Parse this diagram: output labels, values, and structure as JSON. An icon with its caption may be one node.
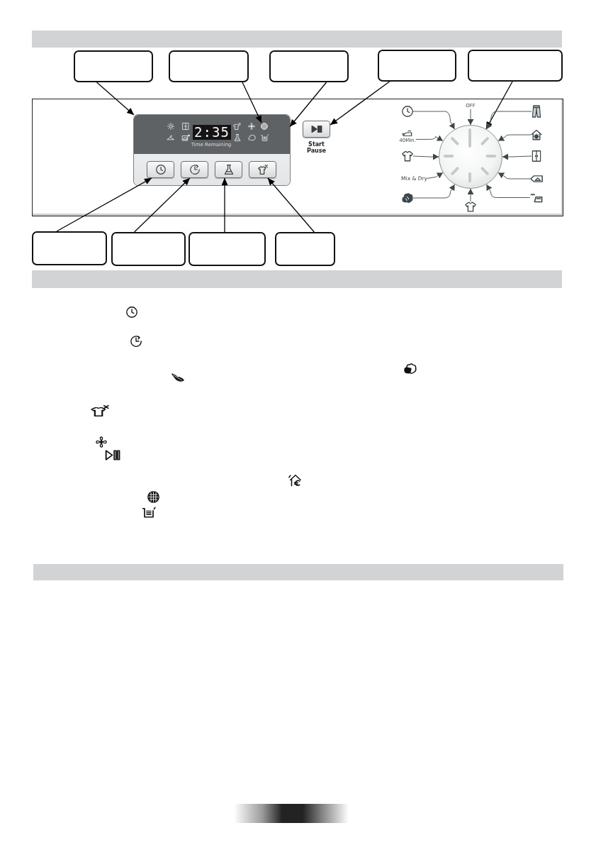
{
  "diagram": {
    "nodes": [
      {
        "text": [],
        "shape": "box"
      },
      {
        "text": [],
        "shape": "box"
      },
      {
        "text": [],
        "shape": "box"
      },
      {
        "text": [],
        "shape": "box"
      },
      {
        "text": [],
        "shape": "box"
      },
      {
        "text": [],
        "shape": "box"
      },
      {
        "text": [],
        "shape": "box"
      },
      {
        "text": [],
        "shape": "box"
      },
      {
        "text": [],
        "shape": "box"
      },
      {
        "text": [],
        "shape": "box"
      },
      {
        "text": [
          "2:35",
          "Time Remaining"
        ],
        "in": 9
      },
      {
        "text": [],
        "shape": "picture",
        "in": 10
      },
      {
        "text": [],
        "shape": "box",
        "in": 9
      },
      {
        "text": [],
        "shape": "box",
        "in": 9
      },
      {
        "text": [],
        "shape": "box",
        "in": 9
      },
      {
        "text": [],
        "shape": "box",
        "in": 9
      },
      {
        "text": [],
        "shape": "box",
        "beside": [
          "Start Pause"
        ]
      },
      {
        "text": [],
        "shape": "circle"
      },
      {
        "text": [
          "OFF"
        ]
      },
      {
        "text": [],
        "shape": "picture"
      },
      {
        "text": [],
        "shape": "picture"
      },
      {
        "text": [
          "40Min."
        ]
      },
      {
        "text": [],
        "shape": "picture"
      },
      {
        "text": [],
        "shape": "picture"
      },
      {
        "text": [],
        "shape": "picture"
      },
      {
        "text": [
          "Mix & Dry"
        ]
      },
      {
        "text": [],
        "shape": "picture"
      },
      {
        "text": [],
        "shape": "picture"
      },
      {
        "text": [],
        "shape": "picture"
      },
      {
        "text": [],
        "shape": "picture"
      }
    ],
    "edges": [
      {
        "from": 0,
        "to": 9,
        "arrow": "to",
        "color": "#000000"
      },
      {
        "from": 1,
        "to": 11,
        "arrow": "to",
        "color": "#000000"
      },
      {
        "from": 2,
        "to": 10,
        "arrow": "to",
        "color": "#000000"
      },
      {
        "from": 3,
        "to": 16,
        "arrow": "to",
        "color": "#000000"
      },
      {
        "from": 4,
        "to": 17,
        "arrow": "to",
        "color": "#000000"
      },
      {
        "from": 5,
        "to": 12,
        "arrow": "to",
        "color": "#000000"
      },
      {
        "from": 6,
        "to": 13,
        "arrow": "to",
        "color": "#000000"
      },
      {
        "from": 7,
        "to": 14,
        "arrow": "to",
        "color": "#000000"
      },
      {
        "from": 8,
        "to": 15,
        "arrow": "to",
        "color": "#000000"
      },
      {
        "from": 18,
        "to": 17,
        "arrow": "to"
      },
      {
        "from": 19,
        "to": 17,
        "arrow": "to"
      },
      {
        "from": 20,
        "to": 17,
        "arrow": "to"
      },
      {
        "from": 21,
        "to": 17,
        "arrow": "to"
      },
      {
        "from": 22,
        "to": 17,
        "arrow": "to"
      },
      {
        "from": 23,
        "to": 17,
        "arrow": "to"
      },
      {
        "from": 24,
        "to": 17,
        "arrow": "to"
      },
      {
        "from": 25,
        "to": 17,
        "arrow": "to"
      },
      {
        "from": 26,
        "to": 17,
        "arrow": "to"
      },
      {
        "from": 27,
        "to": 17,
        "arrow": "to"
      },
      {
        "from": 28,
        "to": 17,
        "arrow": "to"
      },
      {
        "from": 29,
        "to": 17,
        "arrow": "to"
      }
    ]
  }
}
